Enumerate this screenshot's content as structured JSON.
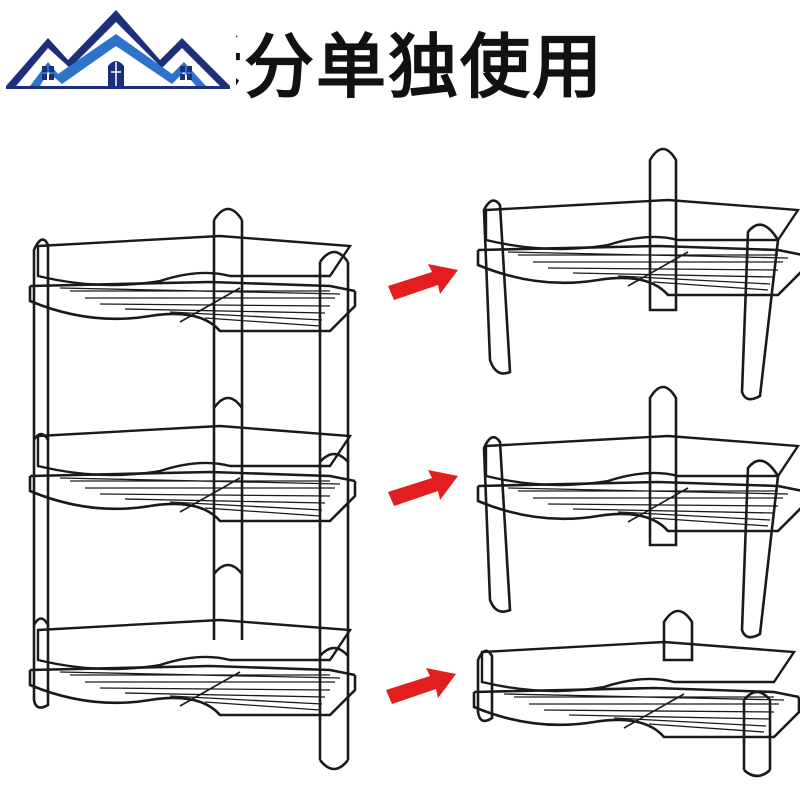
{
  "headline": "可拆分单独使用",
  "logo": {
    "icon": "house-roof-logo"
  },
  "product": {
    "full_rack": {
      "tiers": 3
    },
    "separated_tiers": 3
  },
  "arrows": {
    "count": 3,
    "color": "#e41e1e"
  },
  "colors": {
    "wire": "#1a1a1a",
    "logo_navy": "#1d2f7a",
    "logo_blue": "#2b74c9",
    "arrow": "#e41e1e"
  }
}
